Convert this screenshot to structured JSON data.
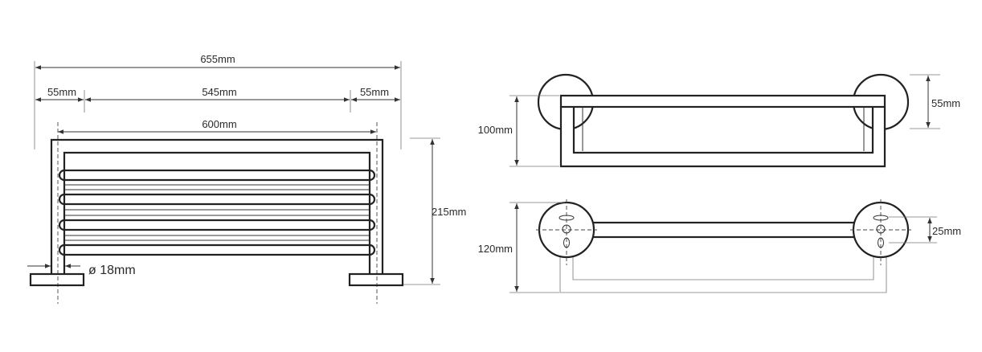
{
  "dimensions": {
    "overall_width": "655mm",
    "left_margin": "55mm",
    "inner_span": "545mm",
    "right_margin": "55mm",
    "rack_width": "600mm",
    "height": "215mm",
    "diameter": "ø 18mm",
    "side_height": "100mm",
    "rosette_diameter": "55mm",
    "top_height": "120mm",
    "hole_spacing": "25mm"
  },
  "colors": {
    "line": "#222222",
    "background": "#ffffff"
  }
}
